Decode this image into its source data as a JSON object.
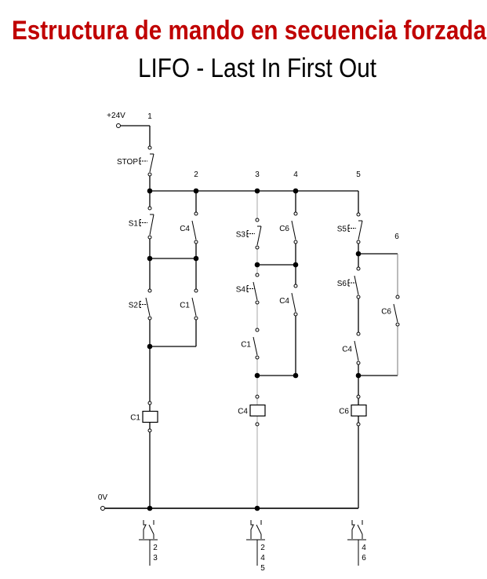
{
  "title": "Estructura de mando en secuencia forzada",
  "subtitle": "LIFO - Last In First Out",
  "colors": {
    "title": "#c00000",
    "wire": "#000000",
    "grey_wire": "#bbbbbb"
  },
  "supply": {
    "positive": "+24V",
    "zero": "0V"
  },
  "nodes": [
    "1",
    "2",
    "3",
    "4",
    "5",
    "6"
  ],
  "components": {
    "stop": "STOP",
    "s1": "S1",
    "s2": "S2",
    "s3": "S3",
    "s4": "S4",
    "s5": "S5",
    "s6": "S6",
    "c4_a": "C4",
    "c1_a": "C1",
    "c6_a": "C6",
    "c4_b": "C4",
    "c1_b": "C1",
    "c4_c": "C4",
    "c6_b": "C6",
    "coil_c1": "C1",
    "coil_c4": "C4",
    "coil_c6": "C6"
  },
  "cross_refs": {
    "c1": [
      "2",
      "3"
    ],
    "c4": [
      "2",
      "4",
      "5"
    ],
    "c6": [
      "4",
      "6"
    ]
  }
}
